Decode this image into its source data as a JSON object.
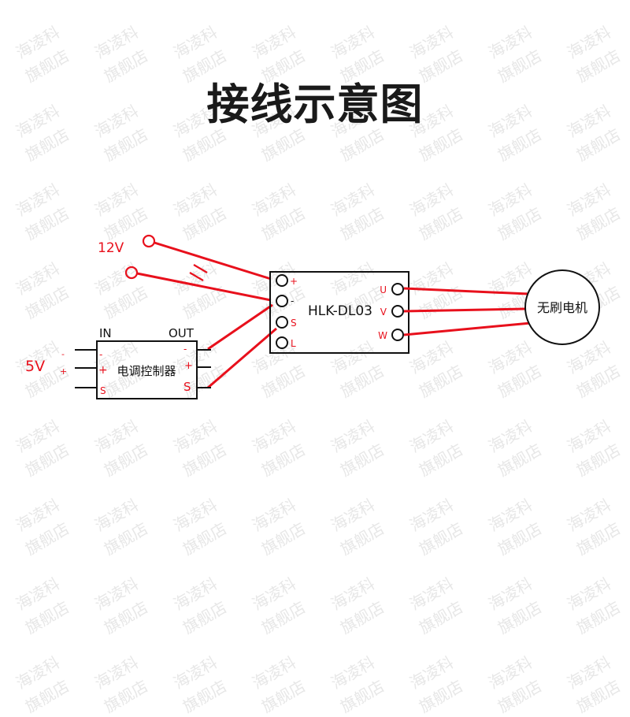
{
  "title": "接线示意图",
  "watermark": [
    "海凌科",
    "旗舰店"
  ],
  "colors": {
    "wire": "#e8101c",
    "outline": "#111111",
    "red_text": "#e8101c"
  },
  "power_supply": {
    "label": "12V"
  },
  "esc": {
    "name": "电调控制器",
    "in_label": "IN",
    "out_label": "OUT",
    "supply_label": "5V",
    "in_pins": [
      "-",
      "+",
      "S"
    ],
    "out_pins": [
      "-",
      "+",
      "S"
    ]
  },
  "driver": {
    "name": "HLK-DL03",
    "left_pins": [
      "+",
      "-",
      "S",
      "L"
    ],
    "right_pins": [
      "U",
      "V",
      "W"
    ]
  },
  "motor": {
    "name": "无刷电机"
  }
}
